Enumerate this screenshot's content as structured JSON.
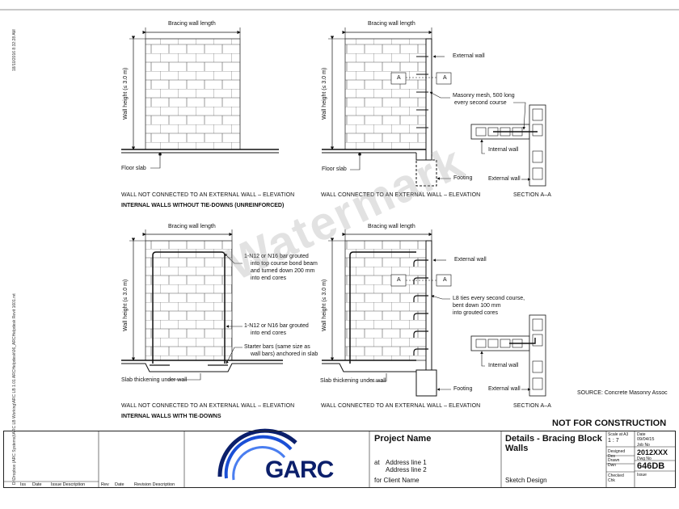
{
  "side_text": {
    "date": "18/10/2016 8:32:28 AM",
    "path": "D:\\Dropbox (ARC Systems)\\ARC LB Working\\ARC LB 1.01 ARCHelpdesk\\06_ARCHelpdesk Revit 1601.rvt"
  },
  "diagrams": {
    "d1": {
      "length": "Bracing wall length",
      "height": "Wall height (≤ 3.0 m)",
      "floor": "Floor slab",
      "caption": "WALL NOT CONNECTED TO AN EXTERNAL WALL – ELEVATION"
    },
    "d2": {
      "length": "Bracing wall length",
      "height": "Wall height (≤ 3.0 m)",
      "floor": "Floor slab",
      "external": "External wall",
      "mesh1": "Masonry mesh, 500 long",
      "mesh2": "every second course",
      "footing": "Footing",
      "caption": "WALL CONNECTED TO AN EXTERNAL WALL – ELEVATION",
      "a": "A"
    },
    "s1": {
      "internal": "Internal wall",
      "external": "External wall",
      "caption": "SECTION A–A"
    },
    "heading1": "INTERNAL WALLS WITHOUT TIE-DOWNS (UNREINFORCED)",
    "d3": {
      "length": "Bracing wall length",
      "height": "Wall height (≤ 3.0 m)",
      "n1a": "1-N12 or N16 bar grouted",
      "n1b": "into top course bond beam",
      "n1c": "and turned down 200 mm",
      "n1d": "into end cores",
      "n2a": "1-N12 or N16 bar grouted",
      "n2b": "into end cores",
      "n3a": "Starter bars (same size as",
      "n3b": "wall bars) anchored in slab",
      "slab": "Slab thickening under wall",
      "caption": "WALL NOT CONNECTED TO AN EXTERNAL WALL – ELEVATION"
    },
    "d4": {
      "length": "Bracing wall length",
      "height": "Wall height (≤ 3.0 m)",
      "external": "External wall",
      "l8a": "L8 ties every second course,",
      "l8b": "bent down 100 mm",
      "l8c": "into grouted cores",
      "slab": "Slab thickening under wall",
      "footing": "Footing",
      "caption": "WALL CONNECTED TO AN EXTERNAL WALL – ELEVATION",
      "a": "A"
    },
    "s2": {
      "internal": "Internal wall",
      "external": "External wall",
      "caption": "SECTION A–A"
    },
    "heading2": "INTERNAL WALLS WITH TIE-DOWNS",
    "source": "SOURCE: Concrete Masonry  Assoc"
  },
  "watermark": "Watermark",
  "not_for_construction": "NOT FOR CONSTRUCTION",
  "title_block": {
    "iss": "Iss",
    "date": "Date",
    "issue_desc": "Issue Description",
    "rev": "Rev",
    "rev_date": "Date",
    "rev_desc": "Revision Description",
    "project_name": "Project Name",
    "at": "at",
    "address1": "Address line 1",
    "address2": "Address line 2",
    "client": "for Client Name",
    "title": "Details - Bracing Block Walls",
    "status": "Sketch Design",
    "scale_label": "Scale at A3",
    "scale": "1 : 7",
    "date_label": "Date",
    "date_value": "09/04/15",
    "designed_label": "Designed",
    "designed": "Des",
    "drawn_label": "Drawn",
    "drawn": "Dwn",
    "checked_label": "Checked",
    "checked": "Chk",
    "job_label": "Job No",
    "job": "2012XXX",
    "dwg_label": "Dwg No",
    "dwg": "646DB",
    "issue_label": "Issue",
    "logo": "GARC"
  },
  "colors": {
    "logo_blue": "#1a4fd6",
    "logo_dark": "#0b1f6b",
    "line": "#222222",
    "watermark": "#969696"
  }
}
